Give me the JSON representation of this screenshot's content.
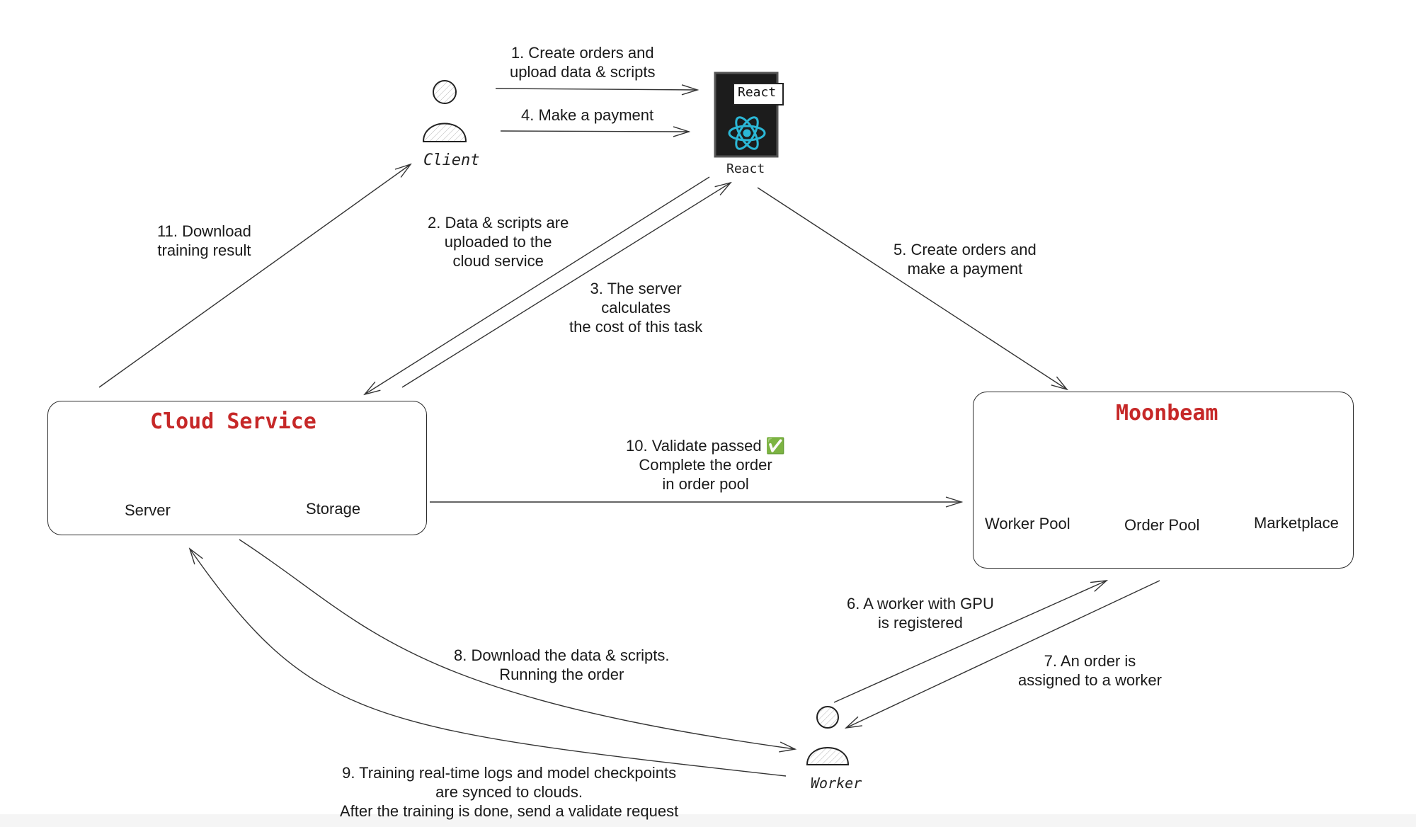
{
  "colors": {
    "title_red": "#c62828",
    "storage_blue": "#1f6fd1",
    "react_cyan": "#2bb7d6",
    "check_green": "#3cb043"
  },
  "actors": {
    "client": {
      "label": "Client",
      "icon": "person-icon"
    },
    "worker": {
      "label": "Worker",
      "icon": "person-icon"
    },
    "react": {
      "badge": "React",
      "caption": "React",
      "icon": "react-logo-icon"
    }
  },
  "cloud_service": {
    "title": "Cloud Service",
    "server_label": "Server",
    "storage_label": "Storage"
  },
  "moonbeam": {
    "title": "Moonbeam",
    "worker_pool_label": "Worker Pool",
    "order_pool_label": "Order Pool",
    "marketplace_label": "Marketplace"
  },
  "steps": {
    "s1": [
      "1. Create orders and",
      "upload data & scripts"
    ],
    "s2": [
      "2. Data & scripts are",
      "uploaded to the",
      "cloud service"
    ],
    "s3": [
      "3. The server",
      "calculates",
      "the cost of this task"
    ],
    "s4": [
      "4. Make a payment"
    ],
    "s5": [
      "5. Create orders and",
      "make a payment"
    ],
    "s6": [
      "6. A worker with GPU",
      "is registered"
    ],
    "s7": [
      "7. An order is",
      "assigned to a worker"
    ],
    "s8": [
      "8. Download the data & scripts.",
      "Running the order"
    ],
    "s9": [
      "9. Training real-time logs and model checkpoints",
      "are synced to clouds.",
      "After the training is done, send a validate request"
    ],
    "s10": [
      "10. Validate passed ✅",
      "Complete the order",
      "in order pool"
    ],
    "s11": [
      "11. Download",
      "training result"
    ]
  }
}
